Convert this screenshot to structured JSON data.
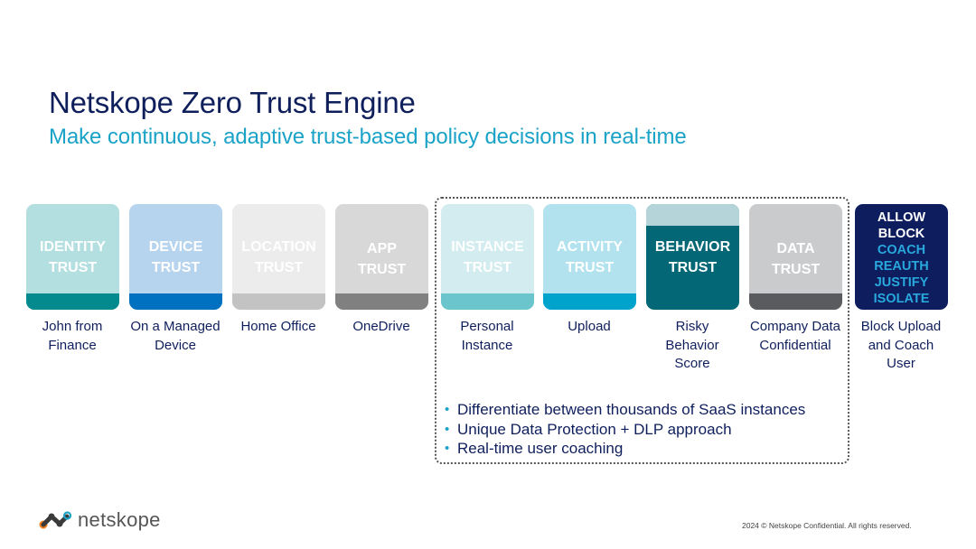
{
  "header": {
    "title": "Netskope Zero Trust Engine",
    "subtitle": "Make continuous, adaptive trust-based policy decisions in real-time"
  },
  "cards": [
    {
      "line1": "IDENTITY",
      "line2": "TRUST",
      "caption": [
        "John from",
        "Finance"
      ],
      "bg": "#b4dfe0",
      "band": "#028a8e"
    },
    {
      "line1": "DEVICE",
      "line2": "TRUST",
      "caption": [
        "On a Managed",
        "Device"
      ],
      "bg": "#b7d4ee",
      "band": "#0070c0"
    },
    {
      "line1": "LOCATION",
      "line2": "TRUST",
      "caption": [
        "Home Office"
      ],
      "bg": "#ececec",
      "band": "#c3c3c3"
    },
    {
      "line1": "APP",
      "line2": "TRUST",
      "caption": [
        "OneDrive"
      ],
      "bg": "#d8d8d8",
      "band": "#808080"
    },
    {
      "line1": "INSTANCE",
      "line2": "TRUST",
      "caption": [
        "Personal",
        "Instance"
      ],
      "bg": "#d2ecef",
      "band": "#6ac6cc"
    },
    {
      "line1": "ACTIVITY",
      "line2": "TRUST",
      "caption": [
        "Upload"
      ],
      "bg": "#b3e2ef",
      "band": "#00a3cc"
    },
    {
      "line1": "BEHAVIOR",
      "line2": "TRUST",
      "caption": [
        "Risky",
        "Behavior",
        "Score"
      ],
      "bg": "#036776",
      "band": "#b4d4da"
    },
    {
      "line1": "DATA",
      "line2": "TRUST",
      "caption": [
        "Company Data",
        "Confidential"
      ],
      "bg": "#cacbcd",
      "band": "#5a5b5e"
    }
  ],
  "actions": {
    "items": [
      {
        "label": "ALLOW",
        "color": "#ffffff"
      },
      {
        "label": "BLOCK",
        "color": "#ffffff"
      },
      {
        "label": "COACH",
        "color": "#28a8dc"
      },
      {
        "label": "REAUTH",
        "color": "#28a8dc"
      },
      {
        "label": "JUSTIFY",
        "color": "#28a8dc"
      },
      {
        "label": "ISOLATE",
        "color": "#28a8dc"
      }
    ],
    "caption": [
      "Block Upload",
      "and Coach",
      "User"
    ]
  },
  "bullets": [
    "Differentiate between thousands of SaaS instances",
    "Unique Data Protection + DLP approach",
    "Real-time user coaching"
  ],
  "footer": {
    "logo_text": "netskope",
    "copyright": "2024 © Netskope Confidential. All rights reserved."
  },
  "colors": {
    "title": "#0f1f5c",
    "subtitle": "#1aa3c7",
    "actions_bg": "#0d1d5e"
  }
}
